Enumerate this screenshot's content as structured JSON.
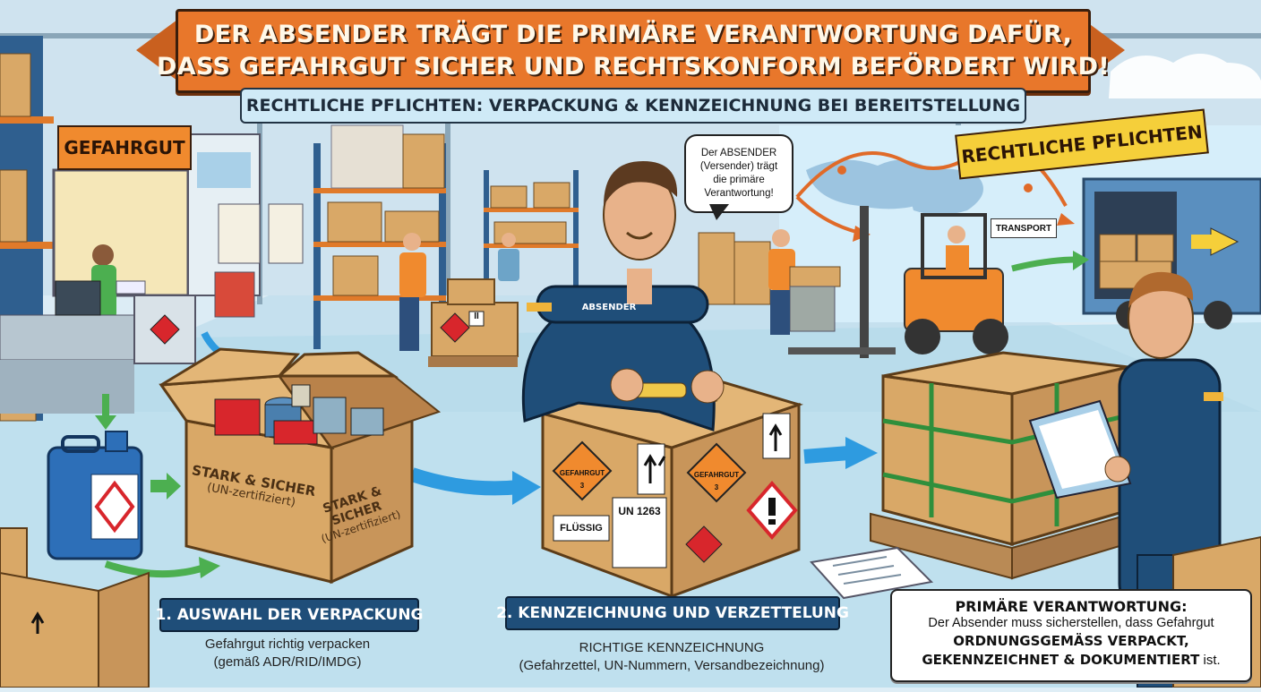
{
  "header": {
    "title_line1": "DER ABSENDER TRÄGT DIE PRIMÄRE VERANTWORTUNG DAFÜR,",
    "title_line2": "DASS GEFAHRGUT SICHER UND RECHTSKONFORM BEFÖRDERT WIRD!",
    "subtitle": "RECHTLICHE PFLICHTEN: VERPACKUNG & KENNZEICHNUNG BEI BEREITSTELLUNG"
  },
  "signs": {
    "gefahrgut": "GEFAHRGUT",
    "pflichten": "RECHTLICHE PFLICHTEN",
    "transport": "TRANSPORT"
  },
  "speech": {
    "line1": "Der ABSENDER",
    "line2": "(Versender) trägt",
    "line3": "die primäre",
    "line4": "Verantwortung!"
  },
  "worker": {
    "badge": "ABSENDER"
  },
  "box_open": {
    "text1_line1": "STARK & SICHER",
    "text1_line2": "(UN-zertifiziert)",
    "text2_line1": "STARK & SICHER",
    "text2_line2": "(UN-zertifiziert)"
  },
  "box_closed": {
    "hazard1": "GEFAHRGUT",
    "hazard2": "GEFAHRGUT",
    "class_num1": "3",
    "class_num2": "3",
    "un_number": "UN 1263",
    "liquid": "FLÜSSIG",
    "small_label": "II"
  },
  "steps": [
    {
      "label": "1. AUSWAHL DER VERPACKUNG",
      "caption1": "Gefahrgut richtig verpacken",
      "caption2": "(gemäß ADR/RID/IMDG)"
    },
    {
      "label": "2. KENNZEICHNUNG UND VERZETTELUNG",
      "caption1": "RICHTIGE KENNZEICHNUNG",
      "caption2": "(Gefahrzettel, UN-Nummern, Versandbezeichnung)"
    }
  ],
  "responsibility": {
    "title": "PRIMÄRE VERANTWORTUNG:",
    "line1": "Der Absender muss sicherstellen, dass Gefahrgut",
    "bold1": "ORDNUNGSGEMÄSS VERPACKT,",
    "bold2_prefix": "GEKENNZEICHNET & DOKUMENTIERT",
    "bold2_suffix": " ist."
  },
  "colors": {
    "banner": "#e8772b",
    "step_label": "#1f4e79",
    "sign_yellow": "#f5cf3a",
    "hazard_red": "#d8262c",
    "hazard_orange": "#f08a2e",
    "cardboard": "#d9a867"
  }
}
